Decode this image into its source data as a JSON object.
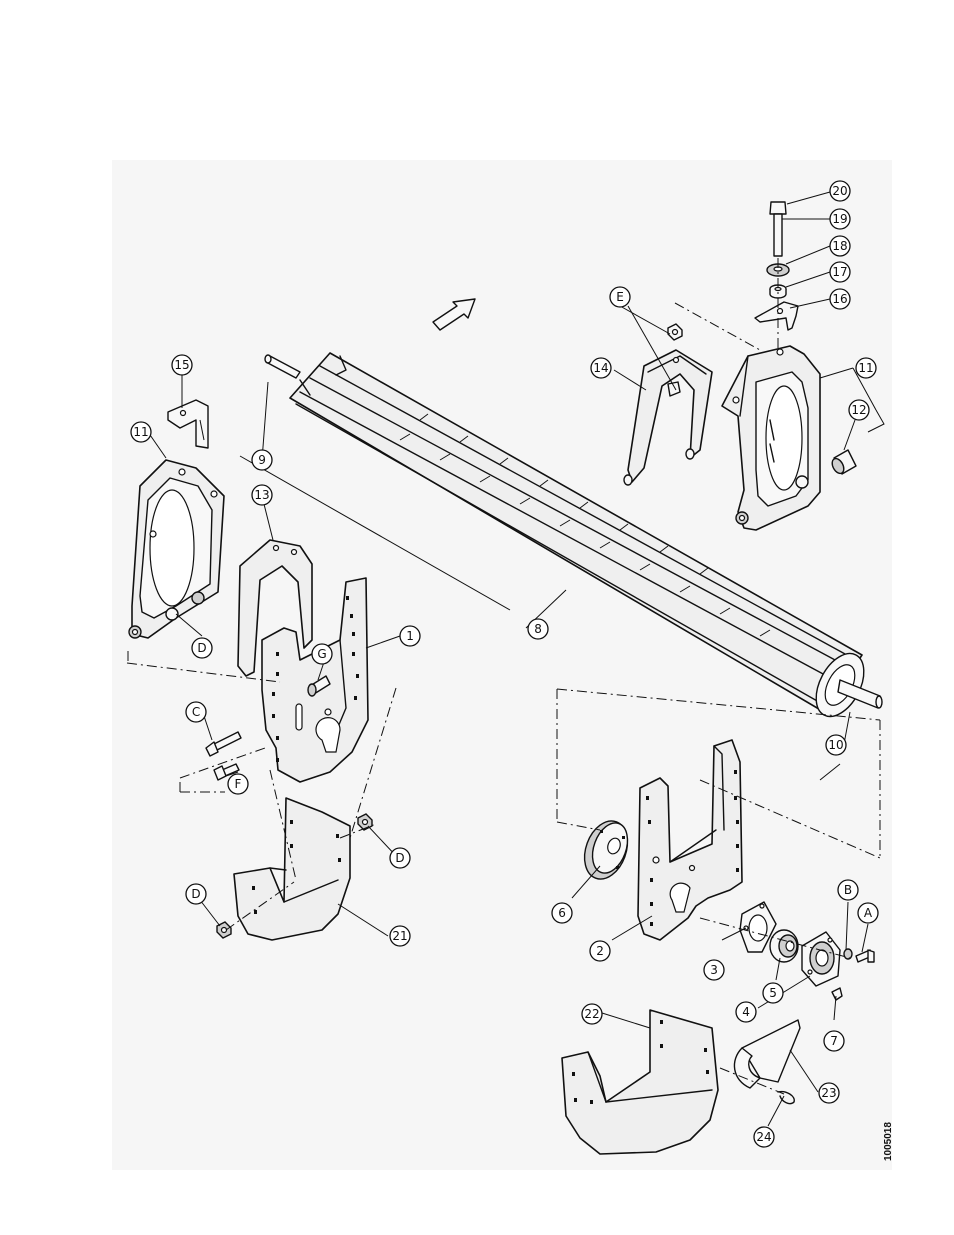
{
  "document_id": "1005018",
  "callouts": [
    {
      "label": "20",
      "target": "bolt"
    },
    {
      "label": "19",
      "target": "bolt-shank"
    },
    {
      "label": "18",
      "target": "washer"
    },
    {
      "label": "17",
      "target": "spacer"
    },
    {
      "label": "16",
      "target": "small-bracket"
    },
    {
      "label": "E",
      "target": "nut"
    },
    {
      "label": "14",
      "target": "fork-bracket"
    },
    {
      "label": "11",
      "target": "end-frame"
    },
    {
      "label": "12",
      "target": "bushing"
    },
    {
      "label": "15",
      "target": "angle-bracket"
    },
    {
      "label": "11",
      "target": "end-frame"
    },
    {
      "label": "9",
      "target": "drum-shaft"
    },
    {
      "label": "13",
      "target": "hook-plate"
    },
    {
      "label": "1",
      "target": "side-plate"
    },
    {
      "label": "G",
      "target": "pin"
    },
    {
      "label": "D",
      "target": "nut"
    },
    {
      "label": "8",
      "target": "drum"
    },
    {
      "label": "C",
      "target": "bolt"
    },
    {
      "label": "F",
      "target": "bolt"
    },
    {
      "label": "10",
      "target": "end-cap"
    },
    {
      "label": "D",
      "target": "nut"
    },
    {
      "label": "D",
      "target": "nut"
    },
    {
      "label": "21",
      "target": "guard"
    },
    {
      "label": "6",
      "target": "flange-cap"
    },
    {
      "label": "2",
      "target": "side-plate"
    },
    {
      "label": "B",
      "target": "washer"
    },
    {
      "label": "A",
      "target": "bolt"
    },
    {
      "label": "3",
      "target": "flange"
    },
    {
      "label": "5",
      "target": "bearing"
    },
    {
      "label": "4",
      "target": "flange"
    },
    {
      "label": "7",
      "target": "grease-fitting"
    },
    {
      "label": "22",
      "target": "guard"
    },
    {
      "label": "23",
      "target": "scraper"
    },
    {
      "label": "24",
      "target": "cotter-pin"
    }
  ]
}
